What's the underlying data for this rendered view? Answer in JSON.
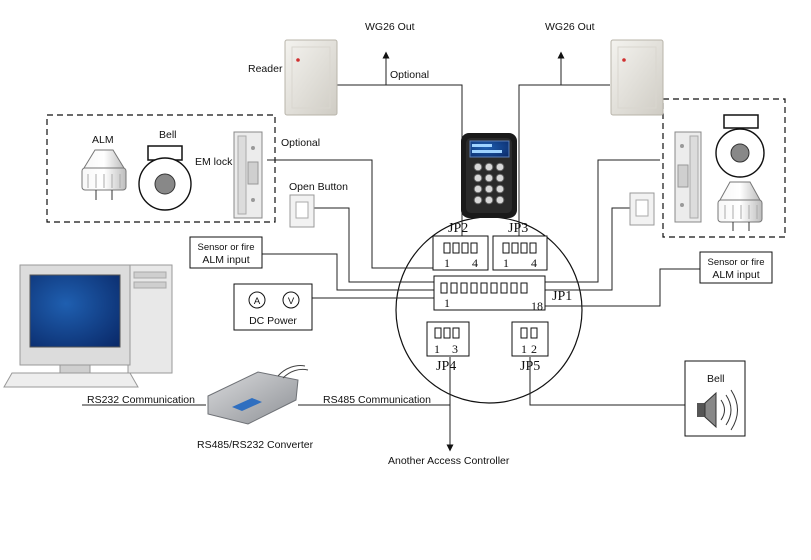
{
  "labels": {
    "wg26_left": "WG26 Out",
    "wg26_right": "WG26 Out",
    "reader": "Reader",
    "optional_top": "Optional",
    "optional_left": "Optional",
    "alm": "ALM",
    "bell_left": "Bell",
    "em_lock": "EM lock",
    "open_button": "Open Button",
    "sensor_left_1": "Sensor or fire",
    "sensor_left_2": "ALM input",
    "sensor_right_1": "Sensor or fire",
    "sensor_right_2": "ALM input",
    "dc_power": "DC Power",
    "volt_a": "A",
    "volt_v": "V",
    "rs232": "RS232  Communication",
    "rs485": "RS485  Communication",
    "converter": "RS485/RS232 Converter",
    "another": "Another Access Controller",
    "bell_right": "Bell"
  },
  "jumpers": {
    "jp2": "JP2",
    "jp3": "JP3",
    "jp1": "JP1",
    "jp4": "JP4",
    "jp5": "JP5",
    "jp2_pin1": "1",
    "jp2_pin4": "4",
    "jp3_pin1": "1",
    "jp3_pin4": "4",
    "jp1_pin1": "1",
    "jp1_pin18": "18",
    "jp4_pin1": "1",
    "jp4_pin3": "3",
    "jp5_pin1": "1",
    "jp5_pin2": "2"
  },
  "icons": {
    "reader": "card-reader-icon",
    "alarm": "alarm-siren-icon",
    "bell": "bell-icon",
    "lock": "em-lock-icon",
    "keypad": "keypad-controller-icon",
    "pc": "computer-icon",
    "converter": "converter-icon",
    "speaker": "speaker-icon"
  },
  "colors": {
    "screen": "#0a2a6a",
    "keypad_body": "#1a1a1a",
    "reader_body": "#e8e6e0",
    "converter_body": "#b9bcc0"
  }
}
